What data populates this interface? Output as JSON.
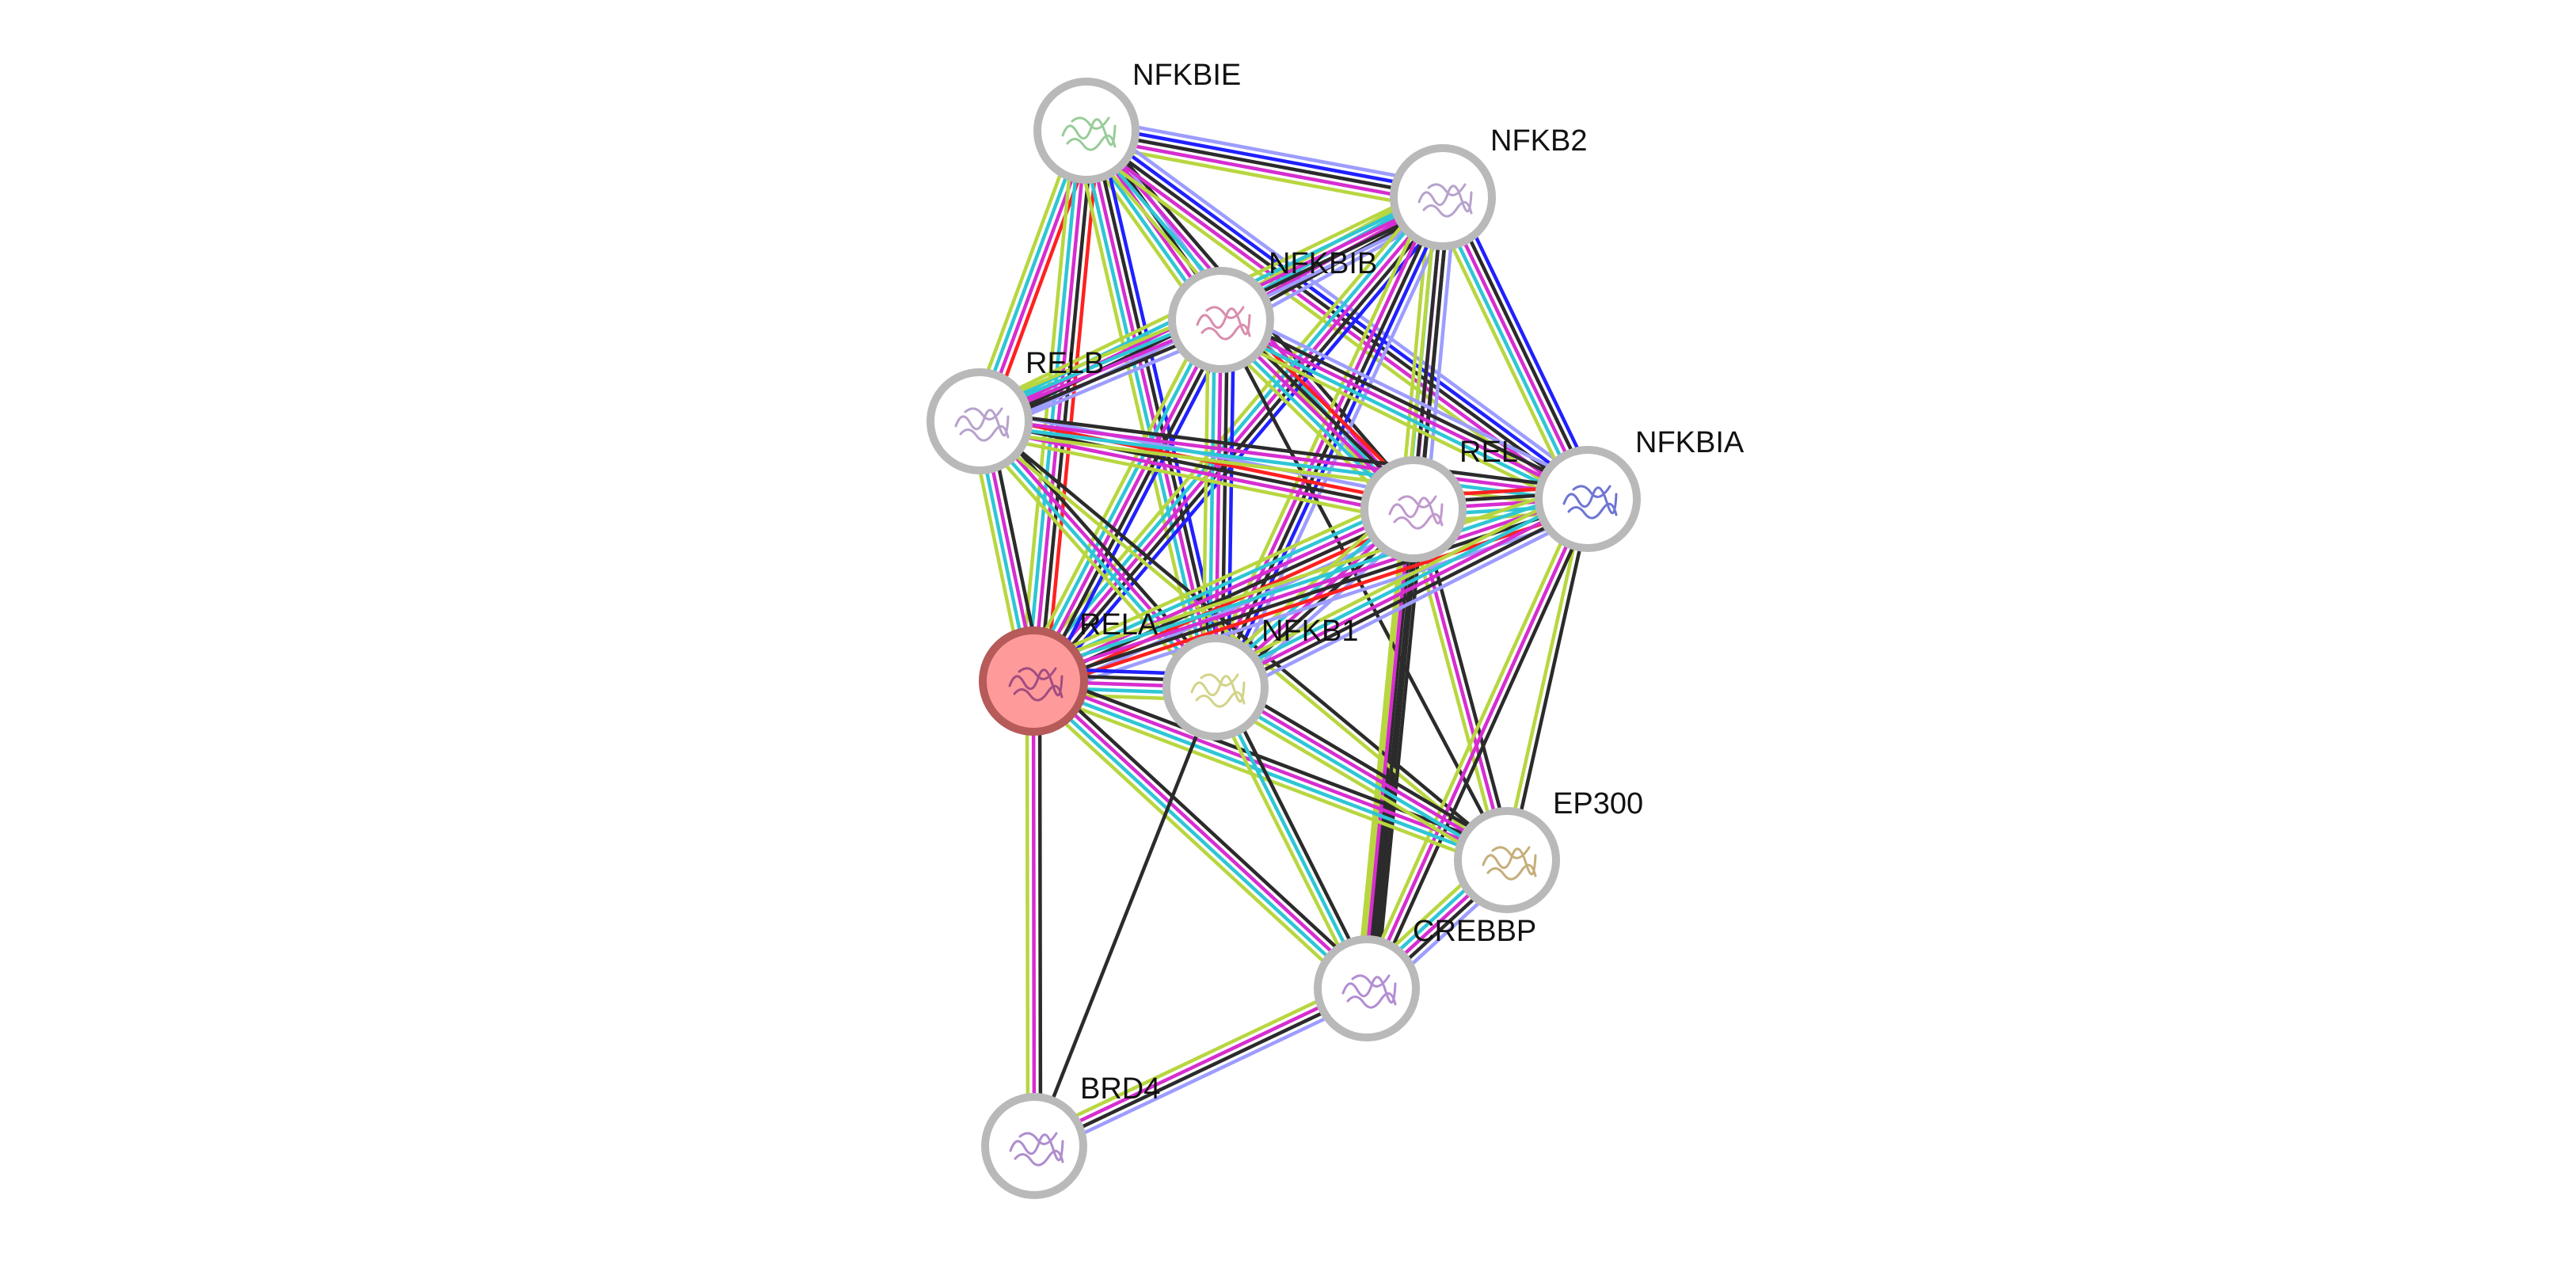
{
  "colors": {
    "background": "#ffffff",
    "node_ring": "#b9b9b9",
    "query_node_fill": "#ff9a9a",
    "query_node_ring": "#b65a5a",
    "evidence": {
      "known_curated": "#2ec6d6",
      "known_experimental": "#d62dd0",
      "predicted_neighborhood": "#22b822",
      "predicted_fusion": "#ff2020",
      "predicted_cooccurrence": "#2020ff",
      "textmining": "#b8d640",
      "coexpression": "#2b2b2b",
      "homology": "#9d9dff"
    }
  },
  "network": {
    "query_protein": "RELA",
    "nodes": [
      {
        "id": "NFKBIE",
        "label": "NFKBIE",
        "query": false
      },
      {
        "id": "NFKB2",
        "label": "NFKB2",
        "query": false
      },
      {
        "id": "NFKBIB",
        "label": "NFKBIB",
        "query": false
      },
      {
        "id": "RELB",
        "label": "RELB",
        "query": false
      },
      {
        "id": "REL",
        "label": "REL",
        "query": false
      },
      {
        "id": "NFKBIA",
        "label": "NFKBIA",
        "query": false
      },
      {
        "id": "RELA",
        "label": "RELA",
        "query": true
      },
      {
        "id": "NFKB1",
        "label": "NFKB1",
        "query": false
      },
      {
        "id": "EP300",
        "label": "EP300",
        "query": false
      },
      {
        "id": "CREBBP",
        "label": "CREBBP",
        "query": false
      },
      {
        "id": "BRD4",
        "label": "BRD4",
        "query": false
      }
    ],
    "edges": [
      {
        "source": "NFKBIE",
        "target": "NFKB2",
        "evidence": [
          "homology",
          "predicted_cooccurrence",
          "coexpression",
          "known_experimental",
          "textmining"
        ]
      },
      {
        "source": "NFKBIE",
        "target": "NFKBIB",
        "evidence": [
          "homology",
          "coexpression",
          "known_experimental",
          "known_curated",
          "textmining"
        ]
      },
      {
        "source": "NFKBIE",
        "target": "RELB",
        "evidence": [
          "predicted_fusion",
          "known_experimental",
          "known_curated",
          "textmining"
        ]
      },
      {
        "source": "NFKBIE",
        "target": "REL",
        "evidence": [
          "coexpression",
          "known_experimental",
          "known_curated",
          "textmining"
        ]
      },
      {
        "source": "NFKBIE",
        "target": "NFKBIA",
        "evidence": [
          "homology",
          "predicted_cooccurrence",
          "coexpression",
          "known_experimental",
          "textmining"
        ]
      },
      {
        "source": "NFKBIE",
        "target": "RELA",
        "evidence": [
          "predicted_fusion",
          "coexpression",
          "known_experimental",
          "known_curated",
          "textmining"
        ]
      },
      {
        "source": "NFKBIE",
        "target": "NFKB1",
        "evidence": [
          "predicted_cooccurrence",
          "coexpression",
          "known_experimental",
          "known_curated",
          "textmining"
        ]
      },
      {
        "source": "NFKB2",
        "target": "NFKBIB",
        "evidence": [
          "homology",
          "coexpression",
          "known_experimental",
          "known_curated",
          "textmining"
        ]
      },
      {
        "source": "NFKB2",
        "target": "RELB",
        "evidence": [
          "homology",
          "coexpression",
          "known_experimental",
          "known_curated",
          "textmining"
        ]
      },
      {
        "source": "NFKB2",
        "target": "REL",
        "evidence": [
          "homology",
          "coexpression",
          "known_experimental",
          "known_curated",
          "textmining"
        ]
      },
      {
        "source": "NFKB2",
        "target": "NFKBIA",
        "evidence": [
          "predicted_cooccurrence",
          "coexpression",
          "known_experimental",
          "known_curated",
          "textmining"
        ]
      },
      {
        "source": "NFKB2",
        "target": "RELA",
        "evidence": [
          "predicted_cooccurrence",
          "coexpression",
          "known_experimental",
          "known_curated",
          "textmining"
        ]
      },
      {
        "source": "NFKB2",
        "target": "NFKB1",
        "evidence": [
          "homology",
          "predicted_cooccurrence",
          "coexpression",
          "known_experimental",
          "textmining"
        ]
      },
      {
        "source": "NFKB2",
        "target": "CREBBP",
        "evidence": [
          "coexpression",
          "coexpression",
          "textmining"
        ]
      },
      {
        "source": "NFKBIB",
        "target": "RELB",
        "evidence": [
          "homology",
          "coexpression",
          "known_experimental",
          "known_curated",
          "textmining"
        ]
      },
      {
        "source": "NFKBIB",
        "target": "REL",
        "evidence": [
          "predicted_fusion",
          "coexpression",
          "known_experimental",
          "known_curated",
          "textmining"
        ]
      },
      {
        "source": "NFKBIB",
        "target": "NFKBIA",
        "evidence": [
          "homology",
          "coexpression",
          "known_experimental",
          "known_curated",
          "textmining"
        ]
      },
      {
        "source": "NFKBIB",
        "target": "RELA",
        "evidence": [
          "predicted_cooccurrence",
          "coexpression",
          "known_experimental",
          "known_curated",
          "textmining"
        ]
      },
      {
        "source": "NFKBIB",
        "target": "NFKB1",
        "evidence": [
          "predicted_cooccurrence",
          "coexpression",
          "known_experimental",
          "known_curated",
          "textmining"
        ]
      },
      {
        "source": "NFKBIB",
        "target": "EP300",
        "evidence": [
          "coexpression"
        ]
      },
      {
        "source": "RELB",
        "target": "REL",
        "evidence": [
          "homology",
          "predicted_fusion",
          "coexpression",
          "known_experimental",
          "textmining"
        ]
      },
      {
        "source": "RELB",
        "target": "NFKBIA",
        "evidence": [
          "coexpression",
          "known_experimental",
          "known_curated",
          "textmining"
        ]
      },
      {
        "source": "RELB",
        "target": "RELA",
        "evidence": [
          "coexpression",
          "known_experimental",
          "known_curated",
          "textmining"
        ]
      },
      {
        "source": "RELB",
        "target": "NFKB1",
        "evidence": [
          "coexpression",
          "known_experimental",
          "known_curated",
          "textmining"
        ]
      },
      {
        "source": "RELB",
        "target": "EP300",
        "evidence": [
          "coexpression",
          "textmining"
        ]
      },
      {
        "source": "REL",
        "target": "NFKBIA",
        "evidence": [
          "predicted_fusion",
          "coexpression",
          "known_experimental",
          "known_curated",
          "textmining"
        ]
      },
      {
        "source": "REL",
        "target": "RELA",
        "evidence": [
          "homology",
          "predicted_fusion",
          "coexpression",
          "known_experimental",
          "known_curated",
          "textmining"
        ]
      },
      {
        "source": "REL",
        "target": "NFKB1",
        "evidence": [
          "homology",
          "coexpression",
          "known_experimental",
          "known_curated",
          "textmining"
        ]
      },
      {
        "source": "REL",
        "target": "EP300",
        "evidence": [
          "coexpression",
          "known_experimental",
          "textmining"
        ]
      },
      {
        "source": "REL",
        "target": "CREBBP",
        "evidence": [
          "coexpression",
          "coexpression",
          "known_experimental",
          "textmining"
        ]
      },
      {
        "source": "NFKBIA",
        "target": "RELA",
        "evidence": [
          "homology",
          "predicted_fusion",
          "coexpression",
          "known_experimental",
          "known_curated",
          "textmining"
        ]
      },
      {
        "source": "NFKBIA",
        "target": "NFKB1",
        "evidence": [
          "homology",
          "coexpression",
          "known_experimental",
          "known_curated",
          "textmining"
        ]
      },
      {
        "source": "NFKBIA",
        "target": "EP300",
        "evidence": [
          "coexpression",
          "textmining"
        ]
      },
      {
        "source": "NFKBIA",
        "target": "CREBBP",
        "evidence": [
          "coexpression",
          "known_experimental",
          "textmining"
        ]
      },
      {
        "source": "RELA",
        "target": "NFKB1",
        "evidence": [
          "predicted_cooccurrence",
          "coexpression",
          "known_experimental",
          "known_curated",
          "textmining"
        ]
      },
      {
        "source": "RELA",
        "target": "EP300",
        "evidence": [
          "coexpression",
          "known_experimental",
          "known_curated",
          "textmining"
        ]
      },
      {
        "source": "RELA",
        "target": "CREBBP",
        "evidence": [
          "coexpression",
          "known_experimental",
          "known_curated",
          "textmining"
        ]
      },
      {
        "source": "RELA",
        "target": "BRD4",
        "evidence": [
          "coexpression",
          "known_experimental",
          "textmining"
        ]
      },
      {
        "source": "NFKB1",
        "target": "EP300",
        "evidence": [
          "coexpression",
          "known_experimental",
          "known_curated",
          "textmining"
        ]
      },
      {
        "source": "NFKB1",
        "target": "CREBBP",
        "evidence": [
          "coexpression",
          "known_curated",
          "textmining"
        ]
      },
      {
        "source": "NFKB1",
        "target": "BRD4",
        "evidence": [
          "coexpression"
        ]
      },
      {
        "source": "EP300",
        "target": "CREBBP",
        "evidence": [
          "homology",
          "coexpression",
          "known_experimental",
          "known_curated",
          "textmining"
        ]
      },
      {
        "source": "CREBBP",
        "target": "BRD4",
        "evidence": [
          "homology",
          "coexpression",
          "known_experimental",
          "textmining"
        ]
      }
    ]
  }
}
